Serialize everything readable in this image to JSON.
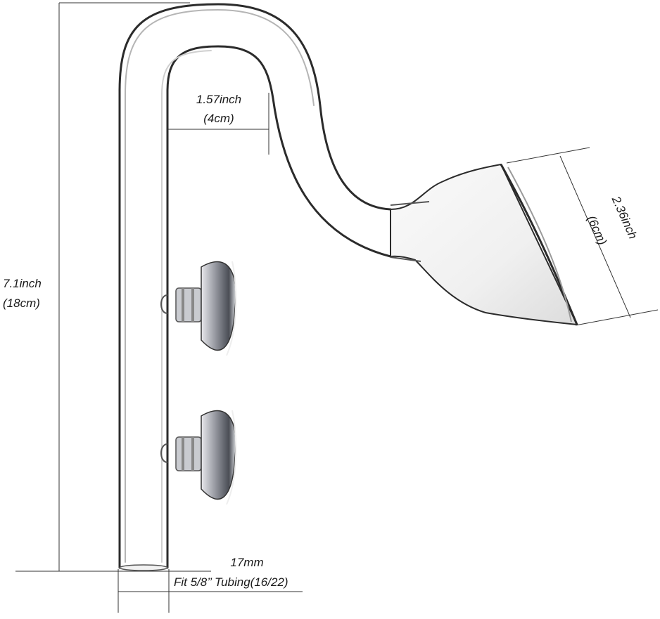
{
  "product": {
    "name": "glass-lily-pipe-inflow",
    "colors": {
      "background": "#ffffff",
      "glass_edge": "#2b2b2b",
      "glass_highlight": "#9a9a9a",
      "dimension_line": "#333333"
    }
  },
  "dimensions": {
    "height": {
      "inch": "7.1inch",
      "cm": "(18cm)"
    },
    "bend_width": {
      "inch": "1.57inch",
      "cm": "(4cm)"
    },
    "opening_diameter": {
      "inch": "2.36inch",
      "cm": "(6cm)"
    },
    "tube_diameter": {
      "mm": "17mm",
      "fit": "Fit 5/8’’ Tubing(16/22)"
    }
  },
  "parts": {
    "suction_cups": [
      {
        "name": "upper-suction-cup"
      },
      {
        "name": "lower-suction-cup"
      }
    ]
  }
}
